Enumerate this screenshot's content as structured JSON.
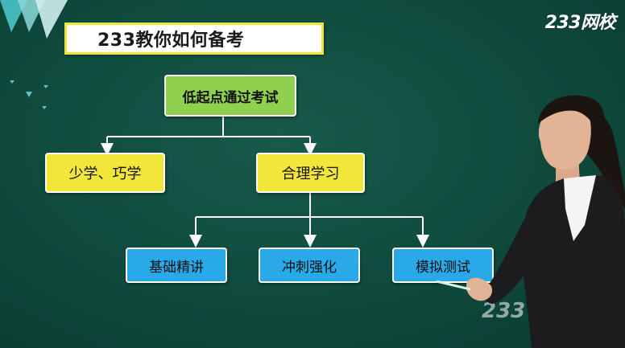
{
  "title": "233教你如何备考",
  "brand": "233网校",
  "watermark": "233",
  "diagram": {
    "root": "低起点通过考试",
    "level2": [
      "少学、巧学",
      "合理学习"
    ],
    "level3": [
      "基础精讲",
      "冲刺强化",
      "模拟测试"
    ]
  },
  "colors": {
    "board": "#0f4a3d",
    "root_fill": "#8fd14f",
    "level2_fill": "#f2e63b",
    "level3_fill": "#29a9e8",
    "title_border": "#f1e43a"
  }
}
